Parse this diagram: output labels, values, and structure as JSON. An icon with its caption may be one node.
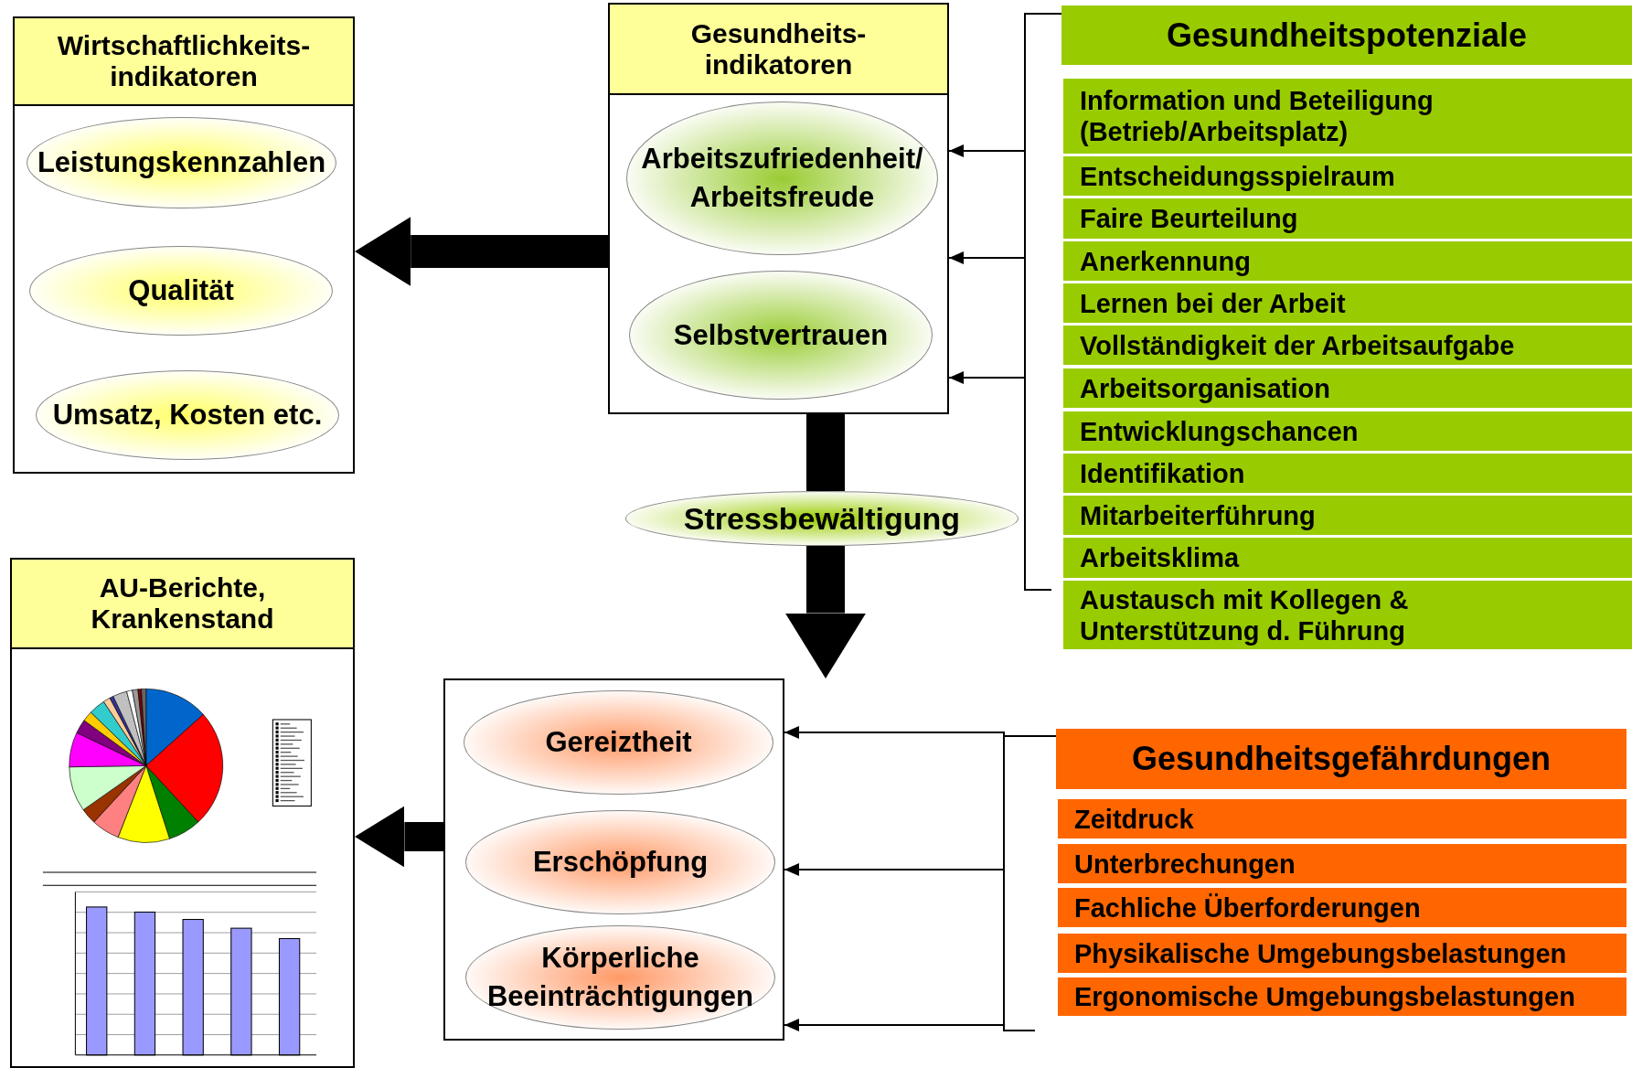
{
  "diagram": {
    "nodes": [
      {
        "text": [
          "Wirtschaftlichkeits- indikatoren"
        ]
      },
      {
        "text": [
          "Leistungskennzahlen"
        ],
        "in": 0
      },
      {
        "text": [
          "Qualität"
        ],
        "in": 0
      },
      {
        "text": [
          "Umsatz, Kosten etc."
        ],
        "in": 0
      },
      {
        "text": [
          "Gesundheits- indikatoren"
        ]
      },
      {
        "text": [
          "Arbeitszufriedenheit/ Arbeitsfreude"
        ],
        "in": 4
      },
      {
        "text": [
          "Selbstvertrauen"
        ],
        "in": 4
      },
      {
        "text": [
          "Stressbewältigung"
        ]
      },
      {
        "text": [
          "Gesundheitspotenziale"
        ]
      },
      {
        "text": [
          "Information und Beteiligung (Betrieb/Arbeitsplatz)"
        ]
      },
      {
        "text": [
          "Entscheidungsspielraum"
        ]
      },
      {
        "text": [
          "Faire Beurteilung"
        ]
      },
      {
        "text": [
          "Anerkennung"
        ]
      },
      {
        "text": [
          "Lernen bei der Arbeit"
        ]
      },
      {
        "text": [
          "Vollständigkeit der Arbeitsaufgabe"
        ]
      },
      {
        "text": [
          "Arbeitsorganisation"
        ]
      },
      {
        "text": [
          "Entwicklungschancen"
        ]
      },
      {
        "text": [
          "Identifikation"
        ]
      },
      {
        "text": [
          "Mitarbeiterführung"
        ]
      },
      {
        "text": [
          "Arbeitsklima"
        ]
      },
      {
        "text": [
          "Austausch mit Kollegen & Unterstützung d. Führung"
        ]
      },
      {
        "text": [
          "AU-Berichte, Krankenstand"
        ]
      },
      {
        "text": [],
        "shape": "picture",
        "in": 21
      },
      {
        "text": [],
        "shape": "picture",
        "in": 21
      },
      {
        "text": [],
        "shape": "box"
      },
      {
        "text": [
          "Gereiztheit"
        ],
        "in": 24
      },
      {
        "text": [
          "Erschöpfung"
        ],
        "in": 24
      },
      {
        "text": [
          "Körperliche Beeinträchtigungen"
        ],
        "in": 24
      },
      {
        "text": [
          "Gesundheitsgefährdungen"
        ]
      },
      {
        "text": [
          "Zeitdruck"
        ]
      },
      {
        "text": [
          "Unterbrechungen"
        ]
      },
      {
        "text": [
          "Fachliche Überforderungen"
        ]
      },
      {
        "text": [
          "Physikalische Umgebungsbelastungen"
        ]
      },
      {
        "text": [
          "Ergonomische Umgebungsbelastungen"
        ]
      }
    ],
    "edges": [
      {
        "from": 4,
        "to": 0,
        "arrow": "to",
        "style": "thick"
      },
      {
        "from": 8,
        "to": 4,
        "arrow": "to"
      },
      {
        "from": 8,
        "to": 4,
        "arrow": "to"
      },
      {
        "from": 8,
        "to": 4,
        "arrow": "to"
      },
      {
        "from": 4,
        "to": 7,
        "arrow": "none",
        "style": "thick"
      },
      {
        "from": 7,
        "to": 24,
        "arrow": "to",
        "style": "thick"
      },
      {
        "from": 28,
        "to": 24,
        "arrow": "to"
      },
      {
        "from": 28,
        "to": 24,
        "arrow": "to"
      },
      {
        "from": 28,
        "to": 24,
        "arrow": "to"
      },
      {
        "from": 24,
        "to": 21,
        "arrow": "to",
        "style": "thick"
      }
    ]
  }
}
